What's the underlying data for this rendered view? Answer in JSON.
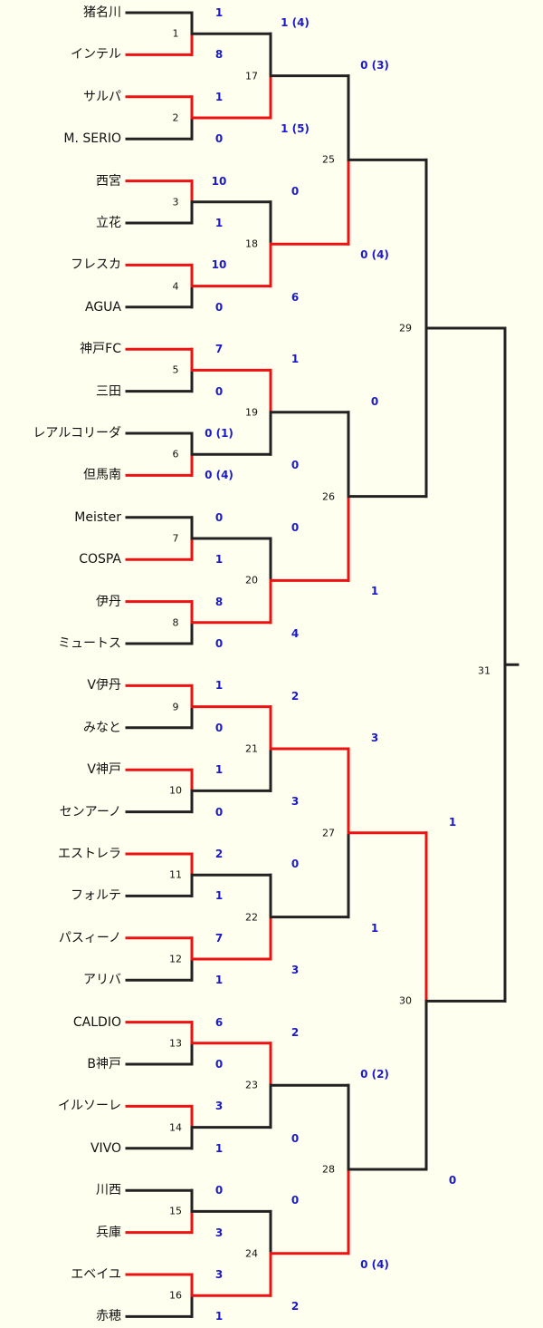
{
  "colors": {
    "winner_line": "#ee1111",
    "loser_line": "#222222",
    "score": "#1a1acc",
    "background": "#fffff0"
  },
  "teams": [
    {
      "name": "猪名川",
      "score": "1"
    },
    {
      "name": "インテル",
      "score": "8"
    },
    {
      "name": "サルパ",
      "score": "1"
    },
    {
      "name": "M. SERIO",
      "score": "0"
    },
    {
      "name": "西宮",
      "score": "10"
    },
    {
      "name": "立花",
      "score": "1"
    },
    {
      "name": "フレスカ",
      "score": "10"
    },
    {
      "name": "AGUA",
      "score": "0"
    },
    {
      "name": "神戸FC",
      "score": "7"
    },
    {
      "name": "三田",
      "score": "0"
    },
    {
      "name": "レアルコリーダ",
      "score": "0 (1)"
    },
    {
      "name": "但馬南",
      "score": "0 (4)"
    },
    {
      "name": "Meister",
      "score": "0"
    },
    {
      "name": "COSPA",
      "score": "1"
    },
    {
      "name": "伊丹",
      "score": "8"
    },
    {
      "name": "ミュートス",
      "score": "0"
    },
    {
      "name": "V伊丹",
      "score": "1"
    },
    {
      "name": "みなと",
      "score": "0"
    },
    {
      "name": "V神戸",
      "score": "1"
    },
    {
      "name": "センアーノ",
      "score": "0"
    },
    {
      "name": "エストレラ",
      "score": "2"
    },
    {
      "name": "フォルテ",
      "score": "1"
    },
    {
      "name": "パスィーノ",
      "score": "7"
    },
    {
      "name": "アリバ",
      "score": "1"
    },
    {
      "name": "CALDIO",
      "score": "6"
    },
    {
      "name": "B神戸",
      "score": "0"
    },
    {
      "name": "イルソーレ",
      "score": "3"
    },
    {
      "name": "VIVO",
      "score": "1"
    },
    {
      "name": "川西",
      "score": "0"
    },
    {
      "name": "兵庫",
      "score": "3"
    },
    {
      "name": "エベイユ",
      "score": "3"
    },
    {
      "name": "赤穂",
      "score": "1"
    }
  ],
  "round1_match_numbers": [
    "1",
    "2",
    "3",
    "4",
    "5",
    "6",
    "7",
    "8",
    "9",
    "10",
    "11",
    "12",
    "13",
    "14",
    "15",
    "16"
  ],
  "round2": [
    {
      "number": "17",
      "scores": [
        "1 (4)",
        "1 (5)"
      ],
      "winner": 1
    },
    {
      "number": "18",
      "scores": [
        "0",
        "6"
      ],
      "winner": 1
    },
    {
      "number": "19",
      "scores": [
        "1",
        "0"
      ],
      "winner": 0
    },
    {
      "number": "20",
      "scores": [
        "0",
        "4"
      ],
      "winner": 1
    },
    {
      "number": "21",
      "scores": [
        "2",
        "3"
      ],
      "winner": 0
    },
    {
      "number": "22",
      "scores": [
        "0",
        "3"
      ],
      "winner": 1
    },
    {
      "number": "23",
      "scores": [
        "2",
        "0"
      ],
      "winner": 0
    },
    {
      "number": "24",
      "scores": [
        "0",
        "2"
      ],
      "winner": 1
    }
  ],
  "round3": [
    {
      "number": "25",
      "scores": [
        "0 (3)",
        "0 (4)"
      ],
      "winner": 1
    },
    {
      "number": "26",
      "scores": [
        "0",
        "1"
      ],
      "winner": 1
    },
    {
      "number": "27",
      "scores": [
        "3",
        "1"
      ],
      "winner": 0
    },
    {
      "number": "28",
      "scores": [
        "0 (2)",
        "0 (4)"
      ],
      "winner": 1
    }
  ],
  "round4": [
    {
      "number": "29",
      "scores": [
        "",
        ""
      ],
      "winner": -1
    },
    {
      "number": "30",
      "scores": [
        "1",
        "0"
      ],
      "winner": 0
    }
  ],
  "final": {
    "number": "31"
  }
}
